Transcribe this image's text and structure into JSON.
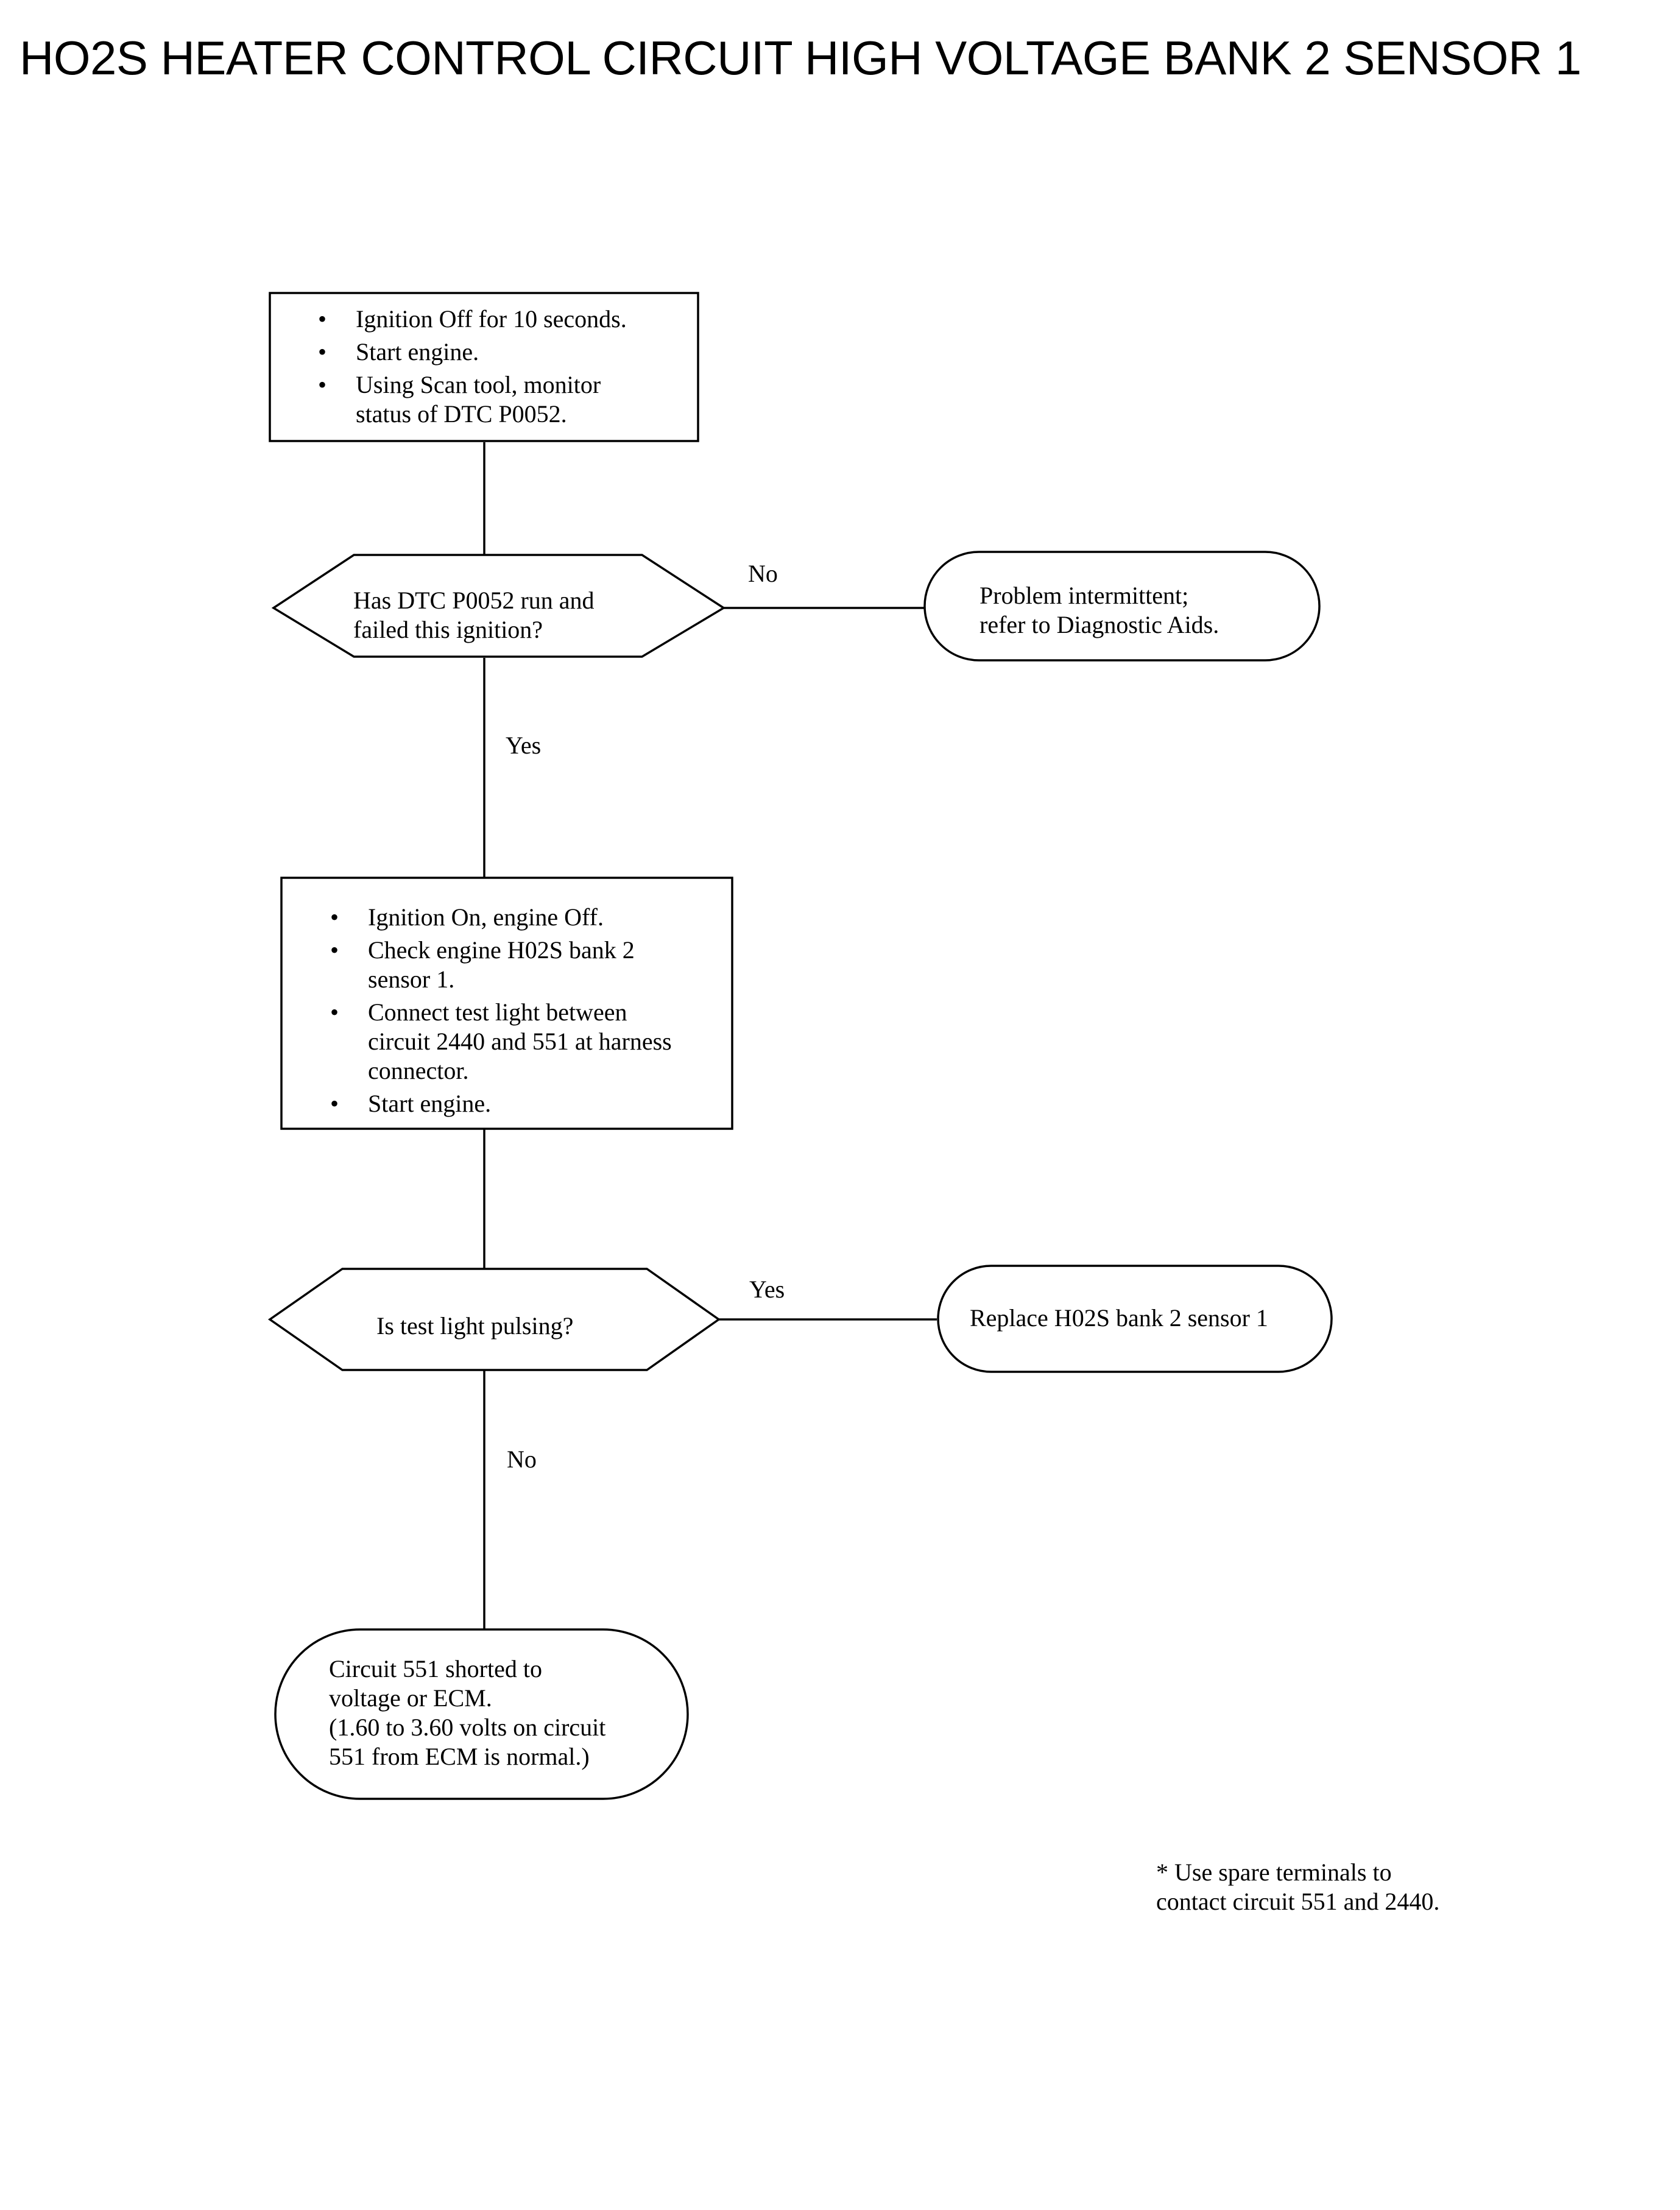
{
  "title": "HO2S HEATER CONTROL CIRCUIT HIGH VOLTAGE BANK 2 SENSOR 1",
  "step1": {
    "items": [
      "Ignition Off for 10 seconds.",
      "Start engine.",
      "Using Scan tool, monitor\nstatus of DTC P0052."
    ]
  },
  "decision1": {
    "question": "Has DTC P0052 run and\nfailed this ignition?",
    "no_label": "No",
    "yes_label": "Yes"
  },
  "result_intermittent": {
    "text": "Problem intermittent;\nrefer to Diagnostic Aids."
  },
  "step2": {
    "items": [
      "Ignition On, engine Off.",
      "Check engine H02S bank 2\nsensor 1.",
      "Connect test light between\ncircuit 2440 and 551 at harness\nconnector.",
      "Start engine."
    ]
  },
  "decision2": {
    "question": "Is test light pulsing?",
    "yes_label": "Yes",
    "no_label": "No"
  },
  "result_replace": {
    "text": "Replace H02S bank 2 sensor 1"
  },
  "result_short": {
    "text": "Circuit 551 shorted to\nvoltage or ECM.\n(1.60 to 3.60 volts on circuit\n551 from ECM is normal.)"
  },
  "footnote": {
    "text": "*  Use spare terminals to\ncontact circuit 551 and 2440."
  }
}
